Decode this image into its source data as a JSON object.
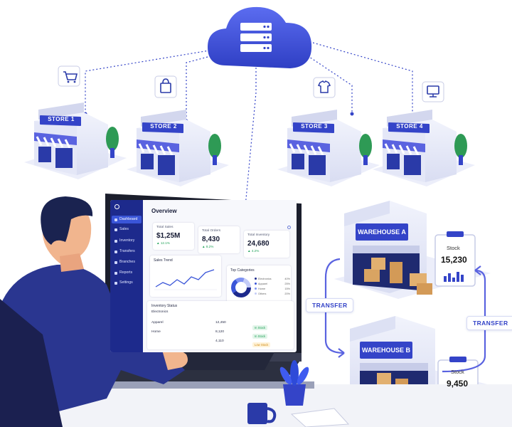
{
  "stores": [
    {
      "label": "STORE 1",
      "icon": "cart-icon"
    },
    {
      "label": "STORE 2",
      "icon": "bag-icon"
    },
    {
      "label": "STORE 3",
      "icon": "shirt-icon"
    },
    {
      "label": "STORE 4",
      "icon": "monitor-icon"
    }
  ],
  "cloud": {
    "icon": "server-icon"
  },
  "dashboard": {
    "title": "Overview",
    "sidebar": [
      "Dashboard",
      "Sales",
      "Inventory",
      "Transfers",
      "Branches",
      "Reports",
      "Settings"
    ],
    "kpis": [
      {
        "label": "Total Sales",
        "value": "$1,25M",
        "delta": "▲ 12.1%"
      },
      {
        "label": "Total Orders",
        "value": "8,430",
        "delta": "▲ 8.2%"
      },
      {
        "label": "Total Inventory",
        "value": "24,680",
        "delta": "▲ 4.2%"
      }
    ],
    "sales_trend": {
      "title": "Sales Trend"
    },
    "top_categories": {
      "title": "Top Categories",
      "legend": [
        {
          "label": "Electronics",
          "value": "40%"
        },
        {
          "label": "Apparel",
          "value": "25%"
        },
        {
          "label": "Home",
          "value": "15%"
        },
        {
          "label": "Others",
          "value": "20%"
        }
      ]
    },
    "inventory_status": {
      "title": "Inventory Status",
      "rows": [
        {
          "name": "Electronics",
          "qty": "",
          "status": ""
        },
        {
          "name": "Apparel",
          "qty": "12,450",
          "status": "In Stock"
        },
        {
          "name": "Home",
          "qty": "8,120",
          "status": "In Stock"
        },
        {
          "name": "",
          "qty": "4,110",
          "status": "Low Stock"
        }
      ]
    }
  },
  "warehouses": [
    {
      "label": "WAREHOUSE A",
      "stock_label": "Stock",
      "stock_value": "15,230"
    },
    {
      "label": "WAREHOUSE B",
      "stock_label": "Stock",
      "stock_value": "9,450"
    }
  ],
  "transfers": [
    "TRANSFER",
    "TRANSFER"
  ],
  "colors": {
    "accent": "#3a4fd6",
    "navy": "#1d2a8c",
    "awning": "#5a63e0",
    "green": "#2e9a55"
  }
}
